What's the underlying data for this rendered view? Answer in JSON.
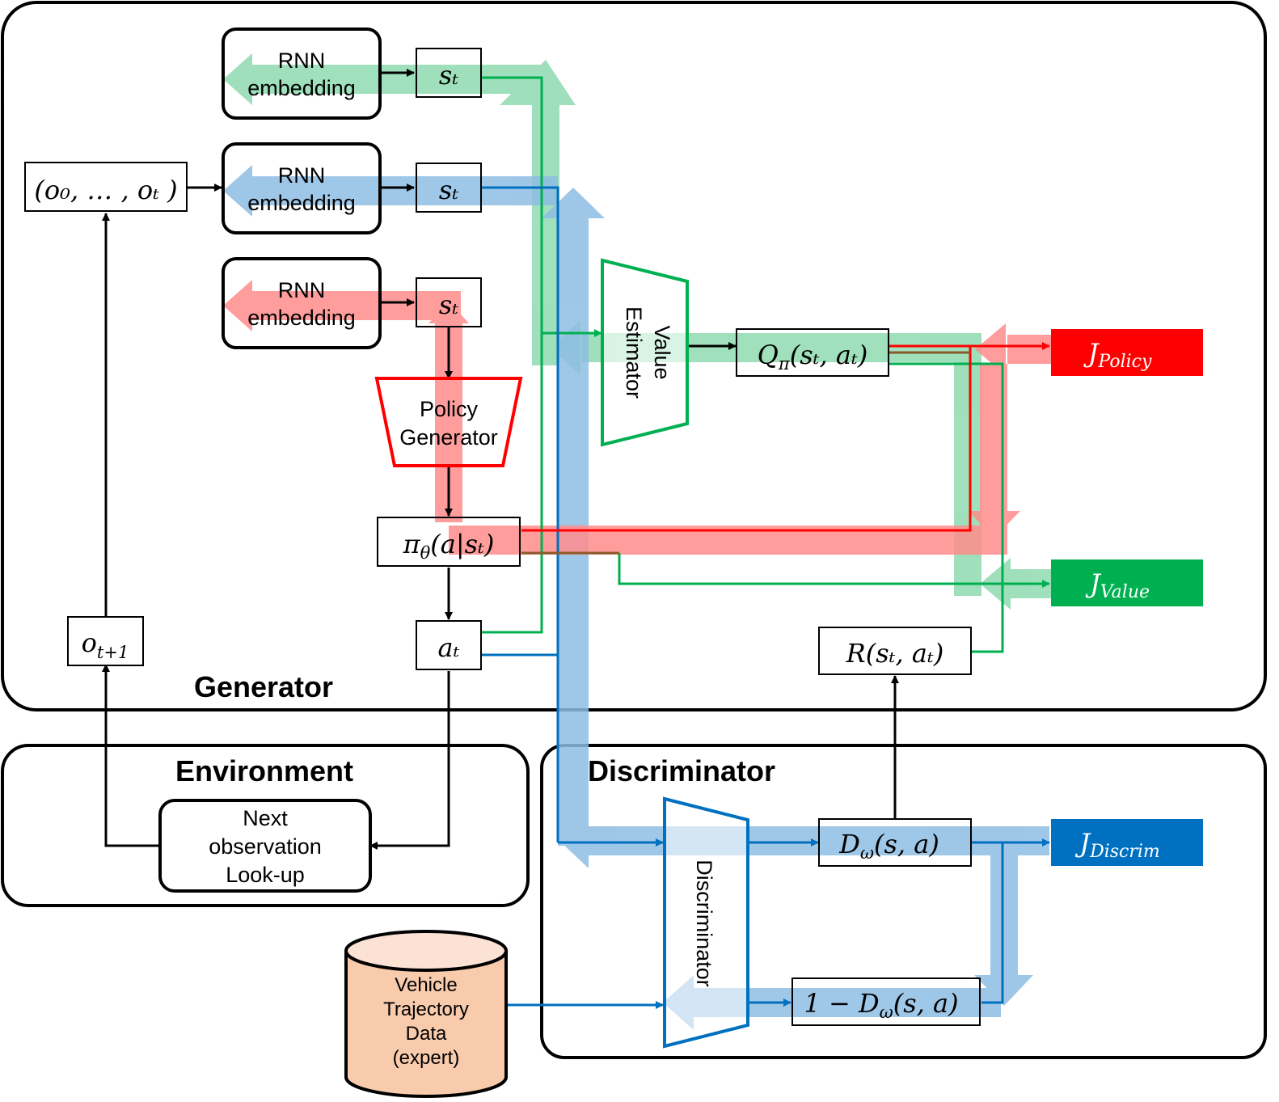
{
  "sections": {
    "generator": "Generator",
    "environment": "Environment",
    "discriminator": "Discriminator"
  },
  "nodes": {
    "rnn_line1": "RNN",
    "rnn_line2": "embedding",
    "obs_seq": "(o₀, … , oₜ )",
    "s_t": "sₜ",
    "policy_line1": "Policy",
    "policy_line2": "Generator",
    "pi": "π",
    "pi_sub": "θ",
    "pi_rest": "(a|sₜ)",
    "a_t": "aₜ",
    "o_next": "o",
    "o_next_sub": "t+1",
    "value_line1": "Value",
    "value_line2": "Estimator",
    "q": "Q",
    "q_sub": "π",
    "q_rest": "(sₜ, aₜ)",
    "r": "R(sₜ, aₜ)",
    "next_obs_line1": "Next",
    "next_obs_line2": "observation",
    "next_obs_line3": "Look-up",
    "discriminator_block": "Discriminator",
    "d": "D",
    "d_sub": "ω",
    "d_rest": "(s, a)",
    "one_minus_d": "1 − D",
    "one_minus_d_sub": "ω",
    "one_minus_d_rest": "(s, a)",
    "data_line1": "Vehicle",
    "data_line2": "Trajectory",
    "data_line3": "Data",
    "data_line4": "(expert)"
  },
  "objectives": {
    "policy": "J",
    "policy_sub": "Policy",
    "value": "J",
    "value_sub": "Value",
    "discrim": "J",
    "discrim_sub": "Discrim"
  },
  "colors": {
    "green_flow": "#8fdab0",
    "blue_flow": "#8ebde3",
    "red_flow": "#ff8c8c",
    "green_line": "#00b050",
    "blue_line": "#0070c0",
    "red_line": "#ff0000",
    "policy_box": "#ff0000",
    "value_box": "#00b050",
    "discrim_box": "#0070c0",
    "data_cylinder": "#f8cbad"
  }
}
